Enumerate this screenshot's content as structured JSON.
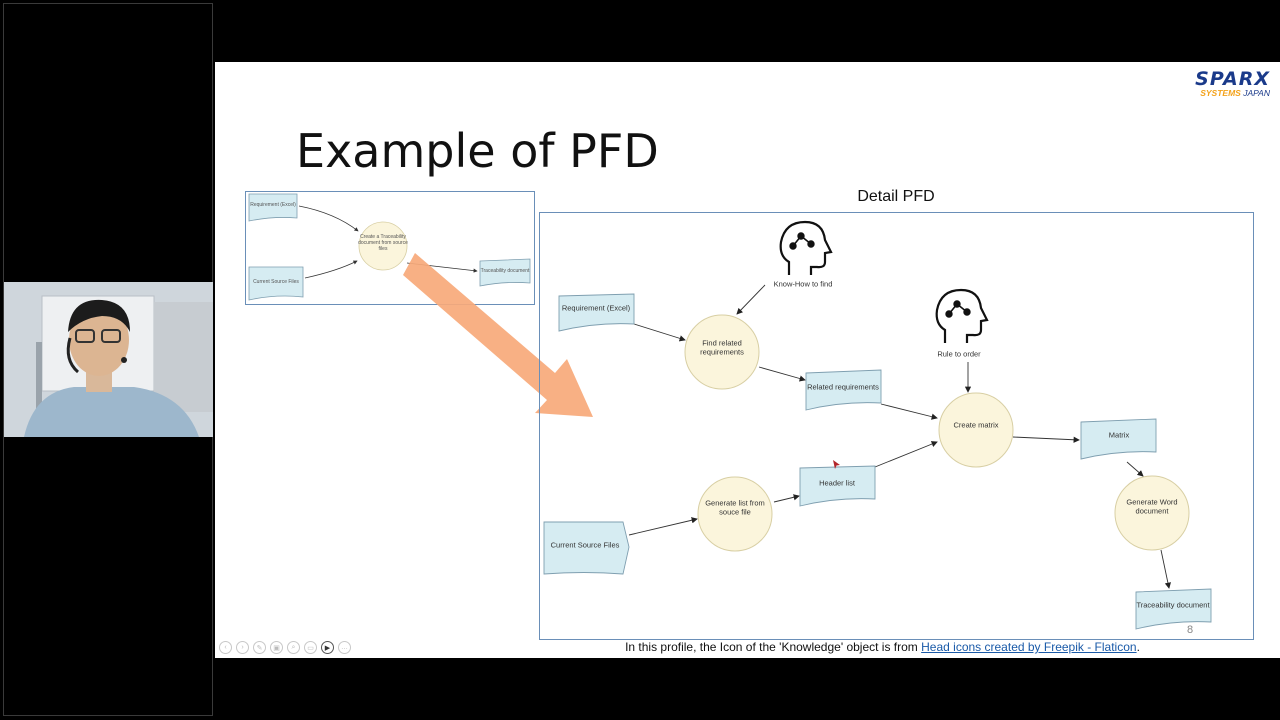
{
  "slide": {
    "title": "Example of PFD",
    "brand_top": "SPARX",
    "brand_systems": "SYSTEMS",
    "brand_japan": "JAPAN",
    "detail_title": "Detail PFD",
    "page_number": "8",
    "footer_prefix": "In this profile, the Icon of the 'Knowledge' object is from ",
    "footer_link": "Head icons created by Freepik - Flaticon",
    "footer_suffix": "."
  },
  "mini_pfd": {
    "requirement": "Requirement (Excel)",
    "source_files": "Current Source Files",
    "process": "Create a Traceability\ndocument from source\nfiles",
    "output": "Traceability document"
  },
  "detail_pfd": {
    "requirement": "Requirement (Excel)",
    "knowhow": "Know-How to find",
    "find_related": "Find related\nrequirements",
    "related_requirements": "Related requirements",
    "rule_to_order": "Rule to order",
    "create_matrix": "Create matrix",
    "matrix": "Matrix",
    "header_list": "Header list",
    "generate_list": "Generate list from\nsouce file",
    "current_source_files": "Current Source Files",
    "generate_word": "Generate Word\ndocument",
    "traceability_document": "Traceability document"
  },
  "toolbar": {
    "buttons": [
      "‹",
      "›",
      "✎",
      "▣",
      "⌕",
      "▭",
      "▶",
      "…"
    ]
  },
  "colors": {
    "doc_fill": "#d6ecf2",
    "doc_stroke": "#7f9fb0",
    "process_fill": "#fbf5dc",
    "process_stroke": "#d8cfa4",
    "arrow_orange": "#f7a97a",
    "brand_blue": "#1a3a8a",
    "brand_orange": "#f3a21a"
  }
}
